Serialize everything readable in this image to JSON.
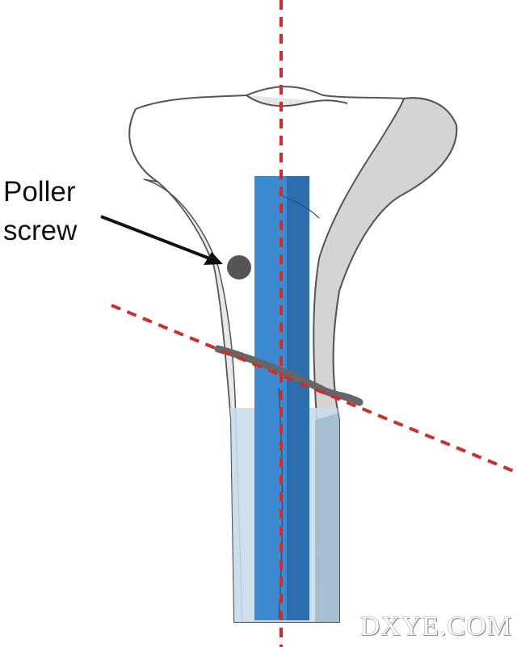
{
  "annotation": {
    "line1": "Poller",
    "line2": "screw"
  },
  "watermark": "DXYE.COM",
  "colors": {
    "bone_fill": "#ffffff",
    "bone_outline": "#555555",
    "fibula_fill": "#d4d4d4",
    "nail": "#3d8ad0",
    "nail_dark": "#2d6fae",
    "axis_line": "#d42a2a",
    "screw": "#555555",
    "fracture": "#666666",
    "lower_tint": "#c9dbec"
  },
  "icons": {
    "screw": "circle",
    "arrow": "arrow-pointer"
  }
}
